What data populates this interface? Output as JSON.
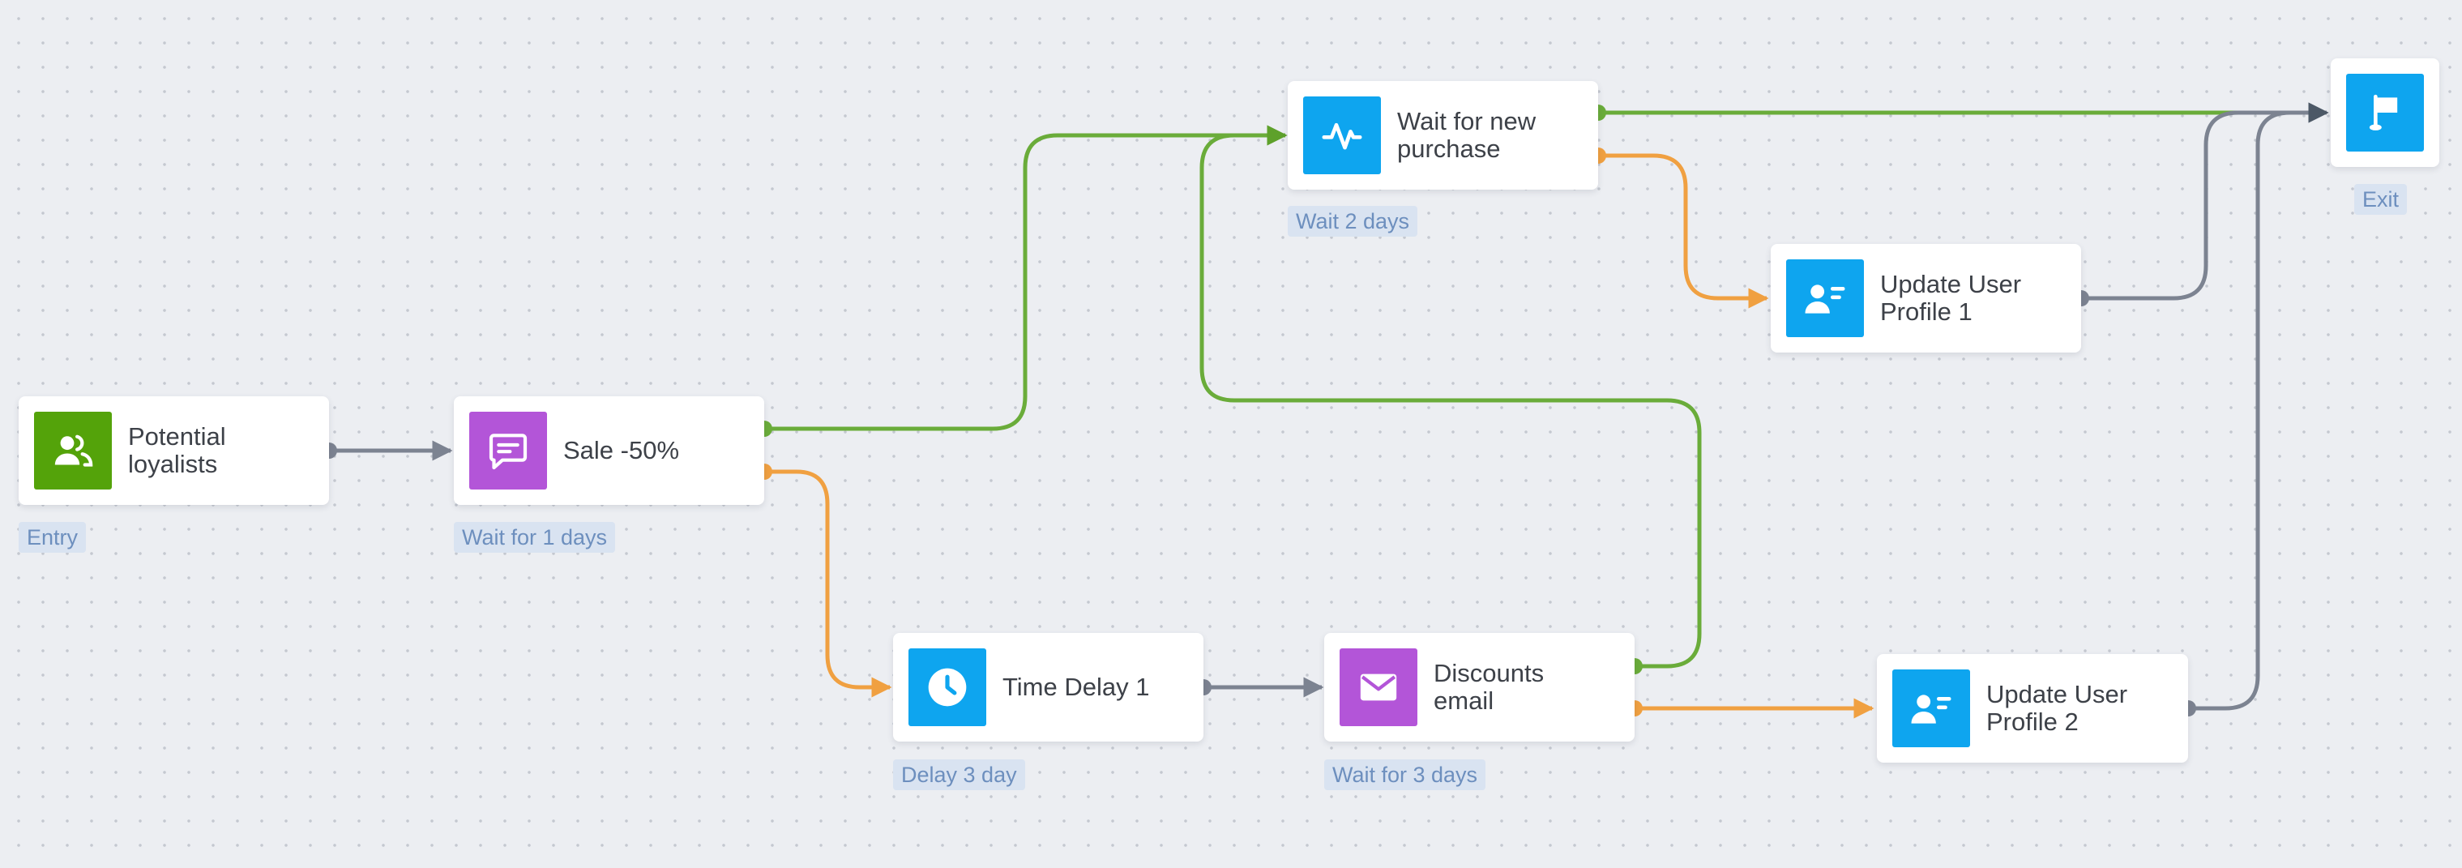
{
  "colors": {
    "green": "#6aac3a",
    "orange": "#f0a041",
    "gray": "#7c8391",
    "purple": "#b355d8",
    "blue": "#0ea5ef",
    "entry_green": "#54a30a",
    "caption_bg": "#d9e3f1",
    "caption_text": "#6d8fbe"
  },
  "nodes": {
    "potential_loyalists": {
      "title": "Potential\nloyalists",
      "caption": "Entry",
      "icon": "users-icon"
    },
    "sale": {
      "title": "Sale -50%",
      "caption": "Wait for 1 days",
      "icon": "message-icon"
    },
    "time_delay": {
      "title": "Time Delay 1",
      "caption": "Delay 3 day",
      "icon": "clock-icon"
    },
    "discounts_email": {
      "title": "Discounts\nemail",
      "caption": "Wait for 3 days",
      "icon": "envelope-icon"
    },
    "wait_purchase": {
      "title": "Wait for new\npurchase",
      "caption": "Wait 2 days",
      "icon": "activity-icon"
    },
    "update_profile_1": {
      "title": "Update User\nProfile 1",
      "caption": "",
      "icon": "user-profile-icon"
    },
    "update_profile_2": {
      "title": "Update User\nProfile 2",
      "caption": "",
      "icon": "user-profile-icon"
    },
    "exit": {
      "title": "",
      "caption": "Exit",
      "icon": "flag-icon"
    }
  },
  "edges": [
    {
      "from": "potential_loyalists",
      "to": "sale",
      "type": "default"
    },
    {
      "from": "sale",
      "to": "wait_purchase",
      "type": "yes"
    },
    {
      "from": "sale",
      "to": "time_delay",
      "type": "no"
    },
    {
      "from": "time_delay",
      "to": "discounts_email",
      "type": "default"
    },
    {
      "from": "discounts_email",
      "to": "wait_purchase",
      "type": "yes"
    },
    {
      "from": "discounts_email",
      "to": "update_profile_2",
      "type": "no"
    },
    {
      "from": "wait_purchase",
      "to": "exit",
      "type": "yes"
    },
    {
      "from": "wait_purchase",
      "to": "update_profile_1",
      "type": "no"
    },
    {
      "from": "update_profile_1",
      "to": "exit",
      "type": "default"
    },
    {
      "from": "update_profile_2",
      "to": "exit",
      "type": "default"
    }
  ]
}
